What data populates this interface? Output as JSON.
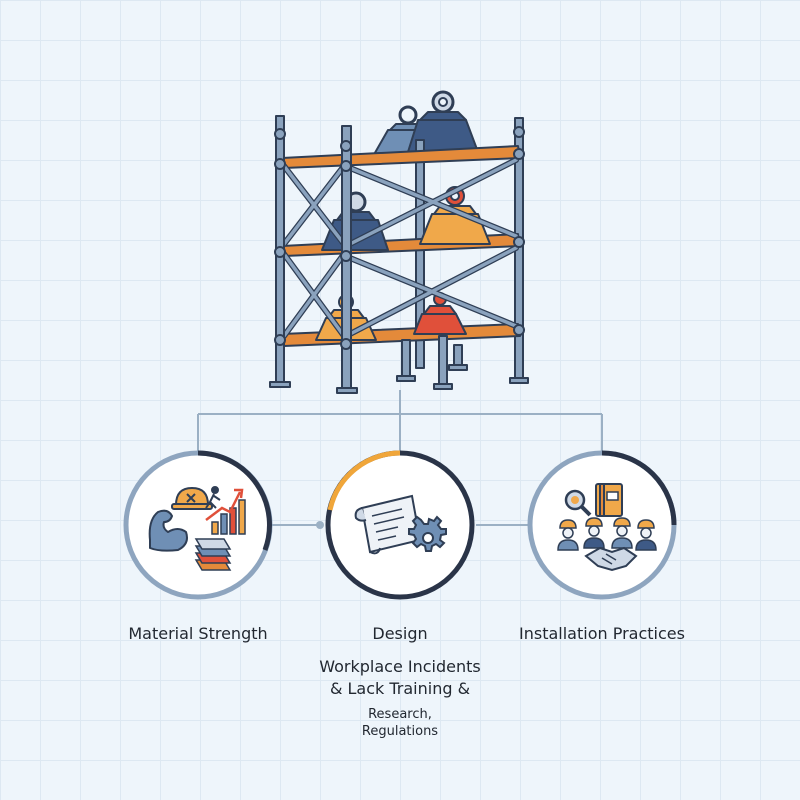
{
  "nodes": [
    {
      "label": "Material Strength"
    },
    {
      "label": "Design"
    },
    {
      "label": "Installation Practices"
    }
  ],
  "design_notes": {
    "line1": "Workplace Incidents",
    "line2": "& Lack Training &",
    "line3": "Research,",
    "line4": "Regulations"
  },
  "colors": {
    "pipe": "#8aa2bd",
    "pipe_dark": "#2f3e55",
    "plank": "#e48a3a",
    "weight_blue": "#6f8fb5",
    "weight_navy": "#3e5a86",
    "weight_orange": "#f0a84a",
    "weight_red": "#e0503a",
    "ring_light": "#8ea5bf",
    "ring_dark": "#2a3448",
    "ring_accent": "#f0a63a",
    "connector": "#9bb0c4"
  },
  "icons": [
    "scaffold-icon",
    "flexed-arm-icon",
    "hard-hat-icon",
    "trend-chart-icon",
    "material-layers-icon",
    "blueprint-scroll-icon",
    "gear-icon",
    "magnifier-icon",
    "book-icon",
    "worker-group-icon",
    "handshake-icon"
  ]
}
